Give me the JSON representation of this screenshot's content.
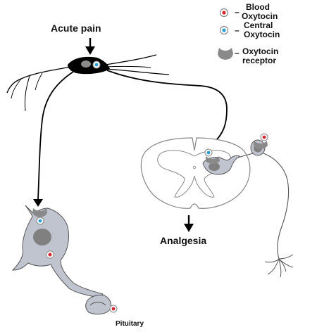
{
  "diagram": {
    "labels": {
      "acute_pain": "Acute pain",
      "analgesia": "Analgesia",
      "pituitary": "Pituitary"
    },
    "legend": {
      "blood_oxytocin": {
        "line1": "Blood",
        "line2": "Oxytocin",
        "dash": "–"
      },
      "central_oxytocin": {
        "line1": "Central",
        "line2": "Oxytocin",
        "dash": "–"
      },
      "oxytocin_receptor": {
        "line1": "Oxytocin",
        "line2": "receptor",
        "dash": "–"
      }
    },
    "colors": {
      "blood_oxytocin": "#d7262f",
      "central_oxytocin": "#2a9fd6",
      "neuron_fill": "#bfc4cf",
      "nucleus_fill": "#808080",
      "axon": "#000000",
      "spinal_outline": "#888888"
    }
  }
}
